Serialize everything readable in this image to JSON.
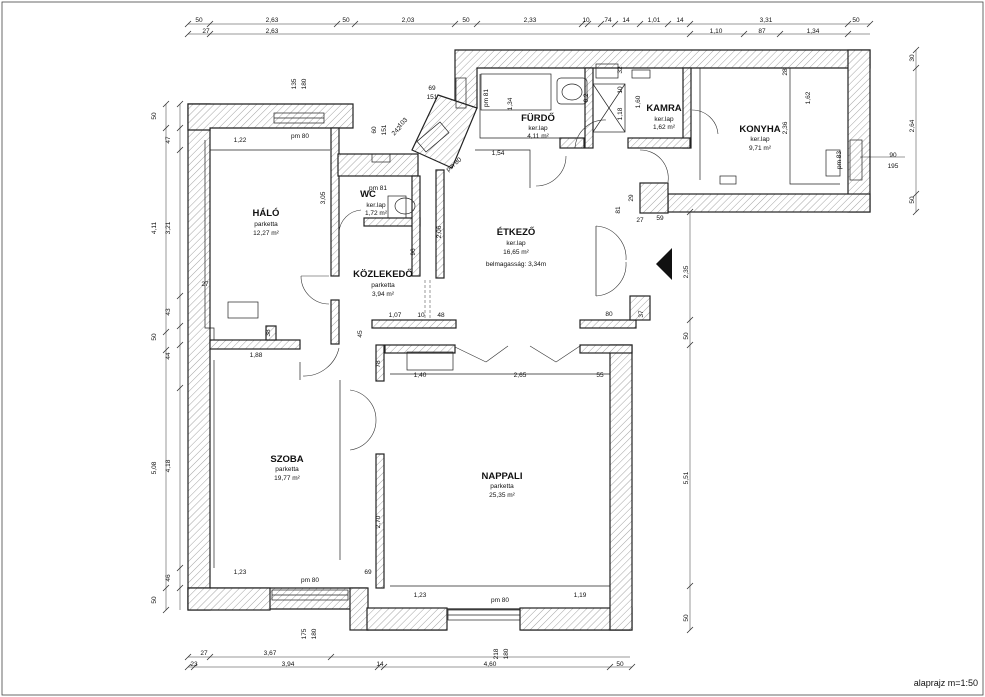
{
  "rooms": [
    {
      "id": "halo",
      "name": "HÁLÓ",
      "floor": "parketta",
      "area": "12,27 m²"
    },
    {
      "id": "wc",
      "name": "WC",
      "floor": "ker.lap",
      "area": "1,72 m²"
    },
    {
      "id": "kozlekedo",
      "name": "KÖZLEKEDŐ",
      "floor": "parketta",
      "area": "3,94 m²"
    },
    {
      "id": "furdo",
      "name": "FÜRDŐ",
      "floor": "ker.lap",
      "area": "4,11 m²"
    },
    {
      "id": "kamra",
      "name": "KAMRA",
      "floor": "ker.lap",
      "area": "1,62 m²"
    },
    {
      "id": "konyha",
      "name": "KONYHA",
      "floor": "ker.lap",
      "area": "9,71 m²"
    },
    {
      "id": "etkezo",
      "name": "ÉTKEZŐ",
      "floor": "ker.lap",
      "area": "16,65 m²",
      "note": "belmagasság: 3,34m"
    },
    {
      "id": "szoba",
      "name": "SZOBA",
      "floor": "parketta",
      "area": "19,77 m²"
    },
    {
      "id": "nappali",
      "name": "NAPPALI",
      "floor": "parketta",
      "area": "25,35 m²"
    }
  ],
  "dimensions": {
    "top_row1": [
      "50",
      "2,63",
      "50",
      "2,03",
      "50",
      "2,33",
      "10",
      "74",
      "14",
      "1,01",
      "14",
      "3,31",
      "50"
    ],
    "top_row2": [
      "27",
      "2,63",
      "1,10",
      "87",
      "1,34"
    ],
    "bottom_row1": [
      "27",
      "3,67"
    ],
    "bottom_row2": [
      "23",
      "3,94",
      "14",
      "4,60",
      "50"
    ],
    "left_outer": [
      "50",
      "4,11",
      "50",
      "5,08",
      "50"
    ],
    "left_inner": [
      "47",
      "3,21",
      "43",
      "44",
      "4,18",
      "46"
    ],
    "right": [
      "30",
      "2,64",
      "50",
      "2,35",
      "50",
      "5,51",
      "50"
    ],
    "right_extra": [
      "90",
      "195"
    ],
    "window_labels": [
      "pm 80",
      "pm 81",
      "pm 80",
      "pm 80",
      "pm 80",
      "pm 81",
      "pm 83"
    ],
    "interior": [
      "1,22",
      "3,05",
      "27",
      "38",
      "1,88",
      "1,40",
      "2,65",
      "55",
      "1,07",
      "10",
      "48",
      "80",
      "37",
      "27",
      "59",
      "81",
      "1,54",
      "2,06",
      "96",
      "45",
      "78",
      "1,23",
      "69",
      "1,23",
      "1,19",
      "2,70",
      "2,36",
      "1,62",
      "1,60",
      "1,18",
      "10",
      "1,34",
      "69",
      "151",
      "60",
      "151",
      "135",
      "180",
      "175",
      "180",
      "218",
      "180",
      "28",
      "29",
      "32",
      "103",
      "242",
      "6,2"
    ]
  },
  "scale_label": "alaprajz m=1:50"
}
